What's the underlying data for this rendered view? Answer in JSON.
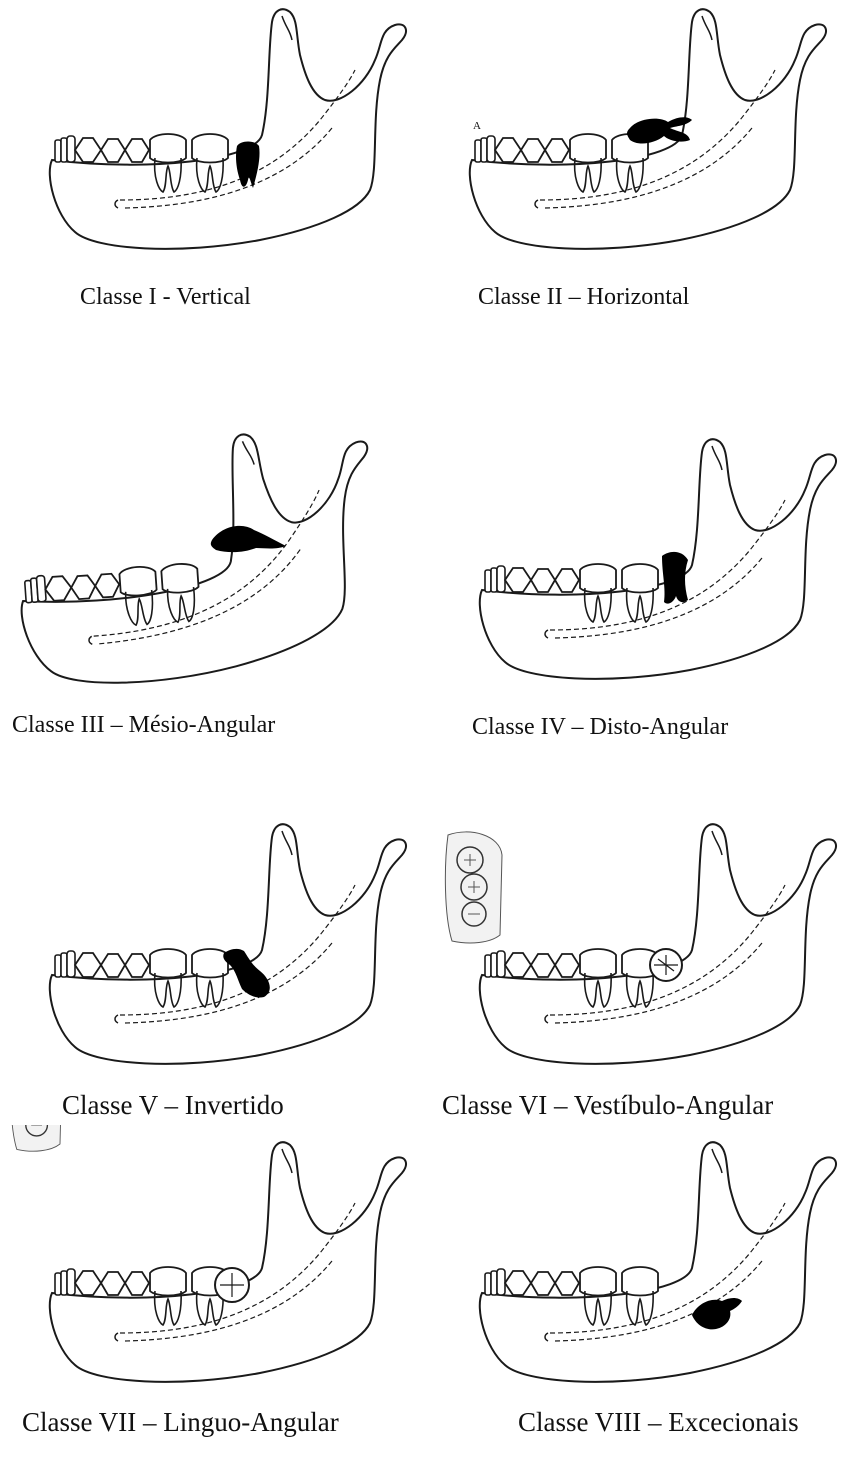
{
  "panels": [
    {
      "caption": "Classe I - Vertical",
      "variant": "vertical"
    },
    {
      "caption": "Classe II – Horizontal",
      "variant": "horizontal",
      "marker": "A"
    },
    {
      "caption": "Classe III – Mésio-Angular",
      "variant": "mesio-angular"
    },
    {
      "caption": "Classe IV – Disto-Angular",
      "variant": "disto-angular"
    },
    {
      "caption": "Classe V – Invertido",
      "variant": "inverted"
    },
    {
      "caption": "Classe VI – Vestíbulo-Angular",
      "variant": "vestibulo-angular"
    },
    {
      "caption": "Classe VII – Linguo-Angular",
      "variant": "linguo-angular"
    },
    {
      "caption": "Classe VIII – Excecionais",
      "variant": "exceptional"
    }
  ],
  "colors": {
    "line": "#1a1a1a",
    "tooth_fill": "#000000",
    "background": "#ffffff"
  }
}
